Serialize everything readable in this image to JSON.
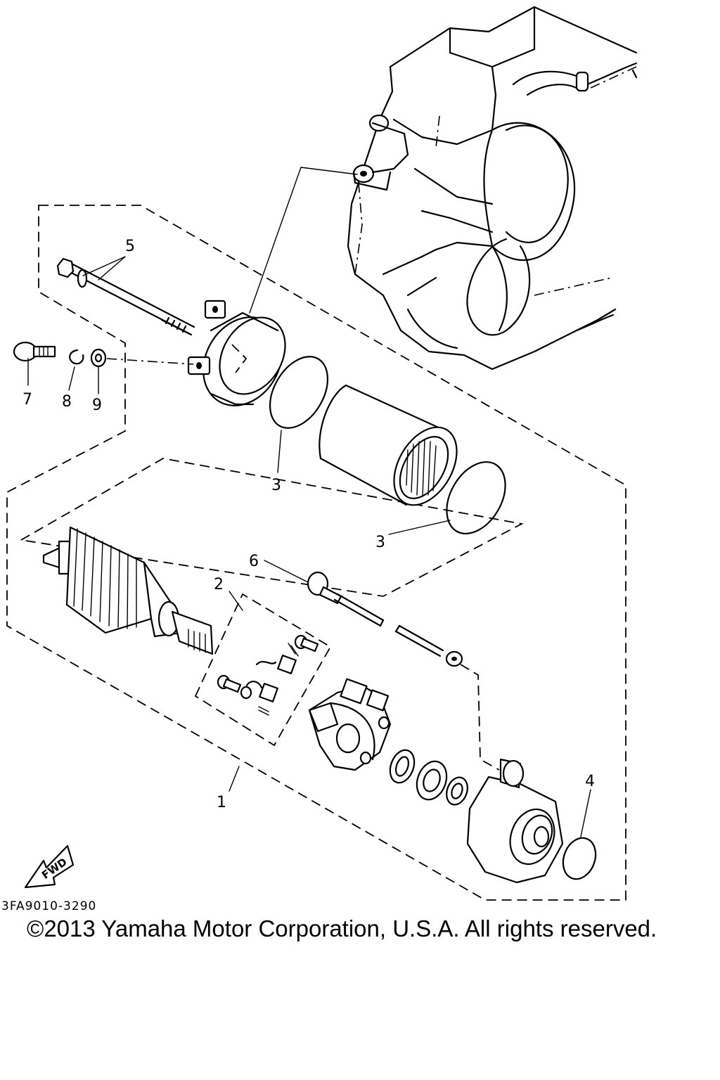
{
  "callouts": [
    {
      "id": "c1",
      "label": "1"
    },
    {
      "id": "c2",
      "label": "2"
    },
    {
      "id": "c3a",
      "label": "3"
    },
    {
      "id": "c3b",
      "label": "3"
    },
    {
      "id": "c4",
      "label": "4"
    },
    {
      "id": "c5",
      "label": "5"
    },
    {
      "id": "c6",
      "label": "6"
    },
    {
      "id": "c7",
      "label": "7"
    },
    {
      "id": "c8",
      "label": "8"
    },
    {
      "id": "c9",
      "label": "9"
    }
  ],
  "fwd_label": "FWD",
  "part_code": "3FA9010-3290",
  "copyright": "©2013 Yamaha Motor Corporation, U.S.A. All rights reserved.",
  "colors": {
    "line": "#000000",
    "background": "#ffffff"
  },
  "icons": {
    "direction": "fwd-arrow-icon"
  }
}
